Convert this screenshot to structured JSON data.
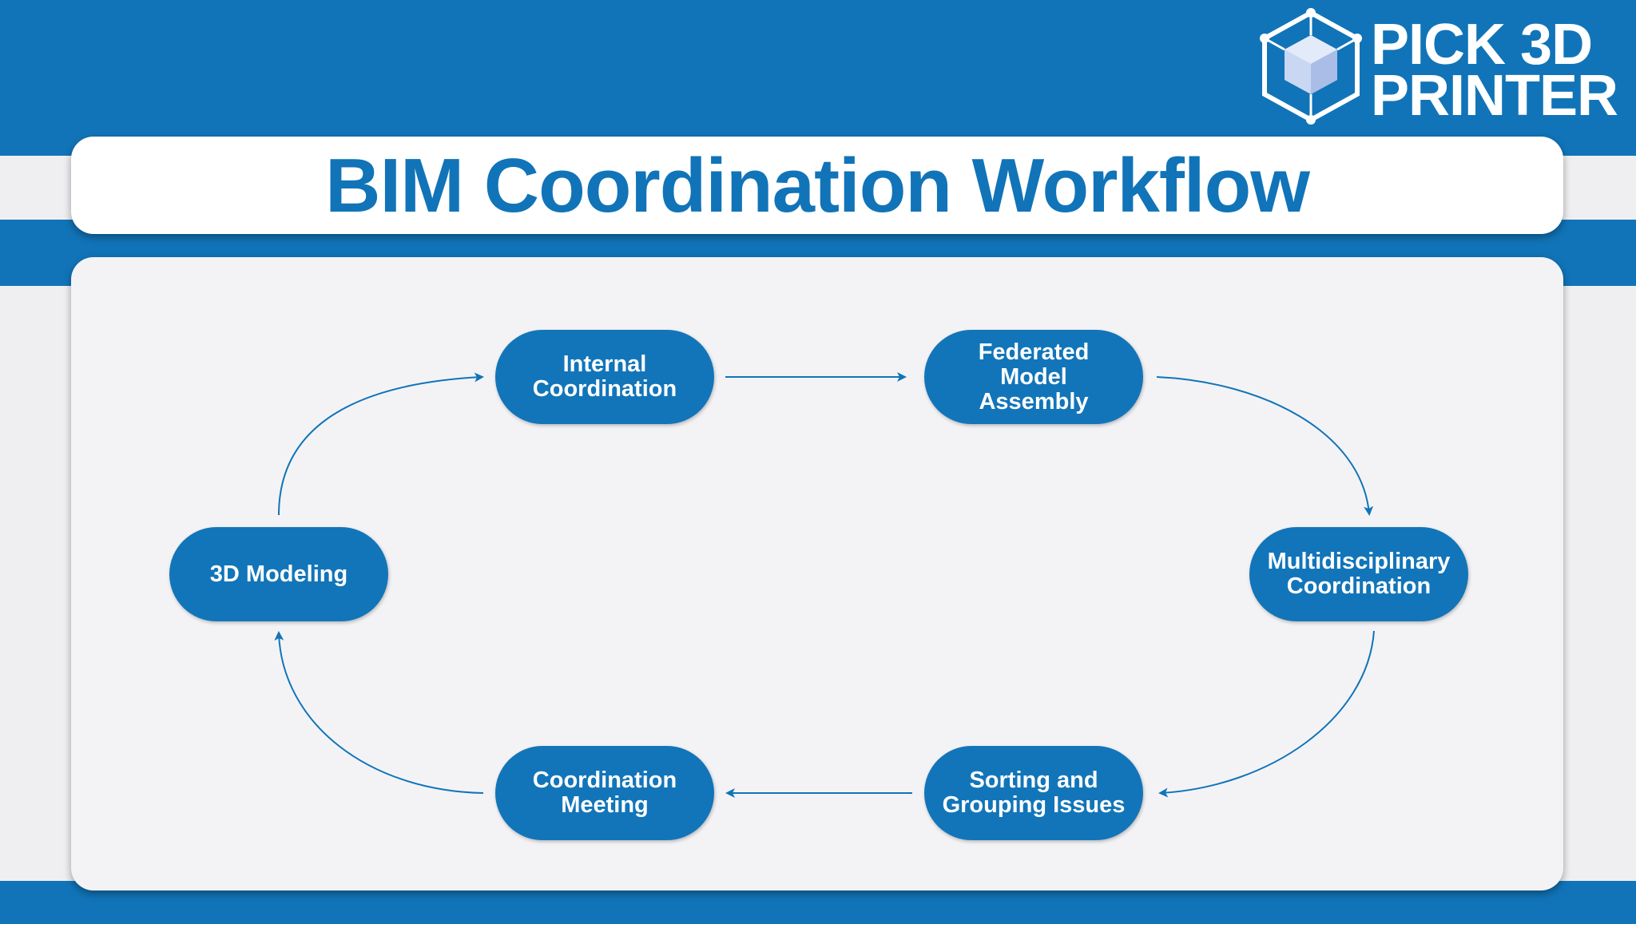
{
  "brand": {
    "logo_line1": "PICK 3D",
    "logo_line2": "PRINTER",
    "logo_icon": "cube-icon"
  },
  "colors": {
    "primary_blue": "#1174b8",
    "node_blue": "#1275b9",
    "background_grey": "#efeff2",
    "white": "#ffffff"
  },
  "title": "BIM Coordination Workflow",
  "workflow": {
    "nodes": [
      {
        "id": "modeling",
        "label": "3D Modeling"
      },
      {
        "id": "internal",
        "label": "Internal\nCoordination"
      },
      {
        "id": "federated",
        "label": "Federated\nModel\nAssembly"
      },
      {
        "id": "multi",
        "label": "Multidisciplinary\nCoordination"
      },
      {
        "id": "sorting",
        "label": "Sorting and\nGrouping Issues"
      },
      {
        "id": "meeting",
        "label": "Coordination\nMeeting"
      }
    ],
    "edges": [
      {
        "from": "modeling",
        "to": "internal"
      },
      {
        "from": "internal",
        "to": "federated"
      },
      {
        "from": "federated",
        "to": "multi"
      },
      {
        "from": "multi",
        "to": "sorting"
      },
      {
        "from": "sorting",
        "to": "meeting"
      },
      {
        "from": "meeting",
        "to": "modeling"
      }
    ],
    "cycle": true
  }
}
